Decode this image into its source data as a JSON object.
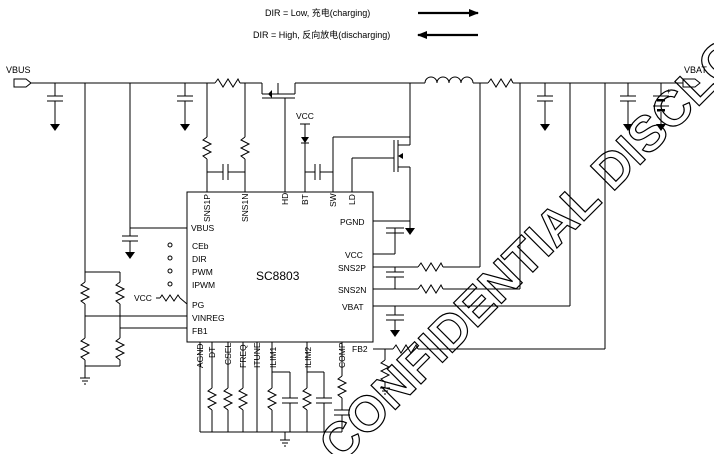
{
  "legend": {
    "charging": "DIR = Low, 充电(charging)",
    "discharging": "DIR = High, 反向放电(discharging)"
  },
  "ports": {
    "vbus": "VBUS",
    "vbat": "VBAT"
  },
  "chip": {
    "name": "SC8803",
    "top_pins": [
      "SNS1P",
      "SNS1N",
      "HD",
      "BT",
      "SW",
      "LD"
    ],
    "left_pins": [
      "VBUS",
      "CEb",
      "DIR",
      "PWM",
      "IPWM",
      "PG",
      "VINREG",
      "FB1"
    ],
    "right_pins": [
      "PGND",
      "VCC",
      "SNS2P",
      "SNS2N",
      "VBAT",
      "FB2"
    ],
    "bottom_pins": [
      "AGND",
      "DT",
      "CSEL",
      "FREQ",
      "ITUNE",
      "ILIM1",
      "ILIM2",
      "COMP"
    ]
  },
  "labels": {
    "vcc_top": "VCC",
    "vcc_left": "VCC",
    "battery_plus": "+"
  },
  "watermark": "CONFIDENTIAL DISCLOSURE UNDER NDA"
}
